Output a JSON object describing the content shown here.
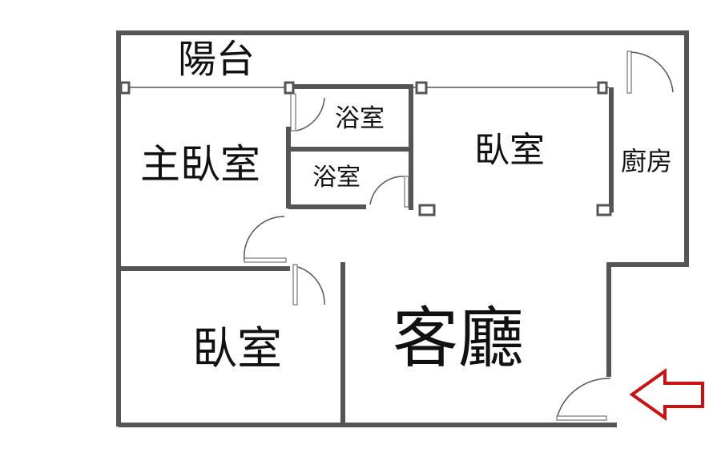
{
  "rooms": {
    "balcony": "陽台",
    "master_bedroom": "主臥室",
    "bathroom_1": "浴室",
    "bathroom_2": "浴室",
    "bedroom_1": "臥室",
    "kitchen": "廚房",
    "bedroom_2": "臥室",
    "living_room": "客廳"
  },
  "colors": {
    "wall": "#555555",
    "arrow": "#d01010"
  },
  "entrance_marker": "arrow-left-icon"
}
